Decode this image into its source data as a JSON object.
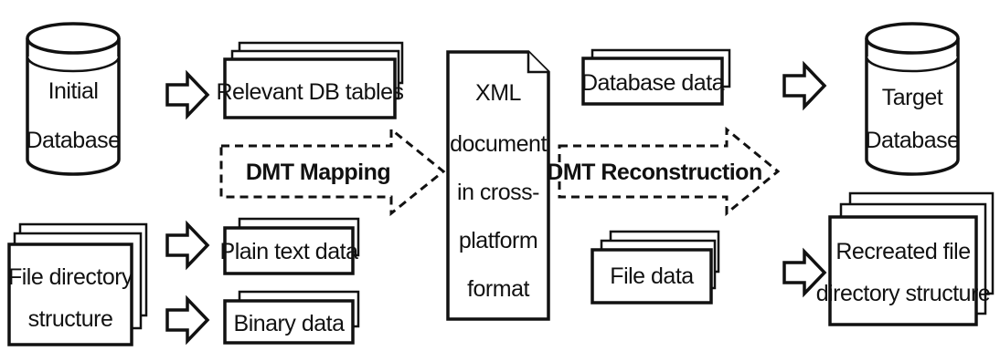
{
  "nodes": {
    "initial_db": [
      "Initial",
      "Database"
    ],
    "target_db": [
      "Target",
      "Database"
    ],
    "relevant_tables": "Relevant DB tables",
    "plain_text": "Plain text data",
    "binary": "Binary data",
    "file_dir": [
      "File directory",
      "structure"
    ],
    "xml_doc": [
      "XML",
      "document",
      "in cross-",
      "platform",
      "format"
    ],
    "db_data": "Database data",
    "file_data": "File data",
    "recreated": [
      "Recreated file",
      "directory structure"
    ]
  },
  "processes": {
    "mapping": "DMT Mapping",
    "reconstruction": "DMT Reconstruction"
  }
}
